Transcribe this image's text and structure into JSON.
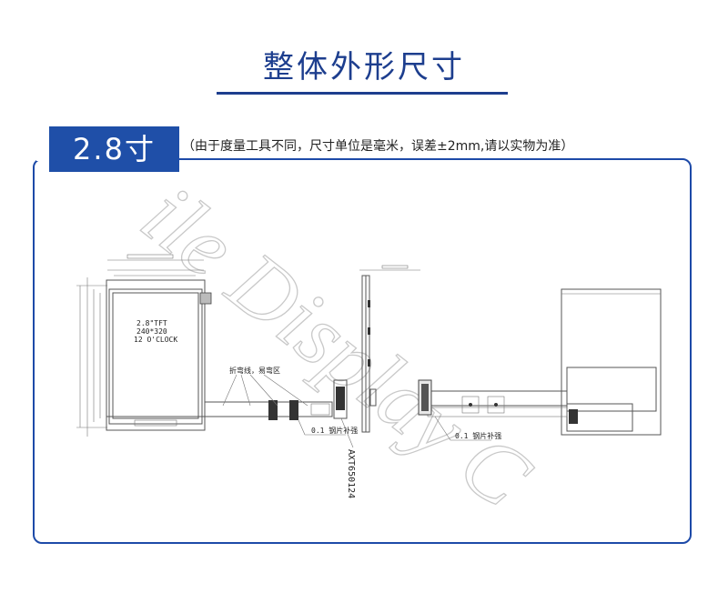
{
  "header": {
    "title": "整体外形尺寸"
  },
  "section": {
    "size_label": "2.8寸",
    "note": "（由于度量工具不同，尺寸单位是毫米，误差±2mm,请以实物为准）"
  },
  "drawing": {
    "screen_line1": "2.8\"TFT",
    "screen_line2": "240*320",
    "screen_line3": "12 O'CLOCK",
    "bend_label": "折弯线，易弯区",
    "stiffener_label_1": "0.1 钢片补强",
    "stiffener_label_2": "0.1 钢片补强",
    "part_number": "AXT650124",
    "watermark": "ile Display C"
  }
}
